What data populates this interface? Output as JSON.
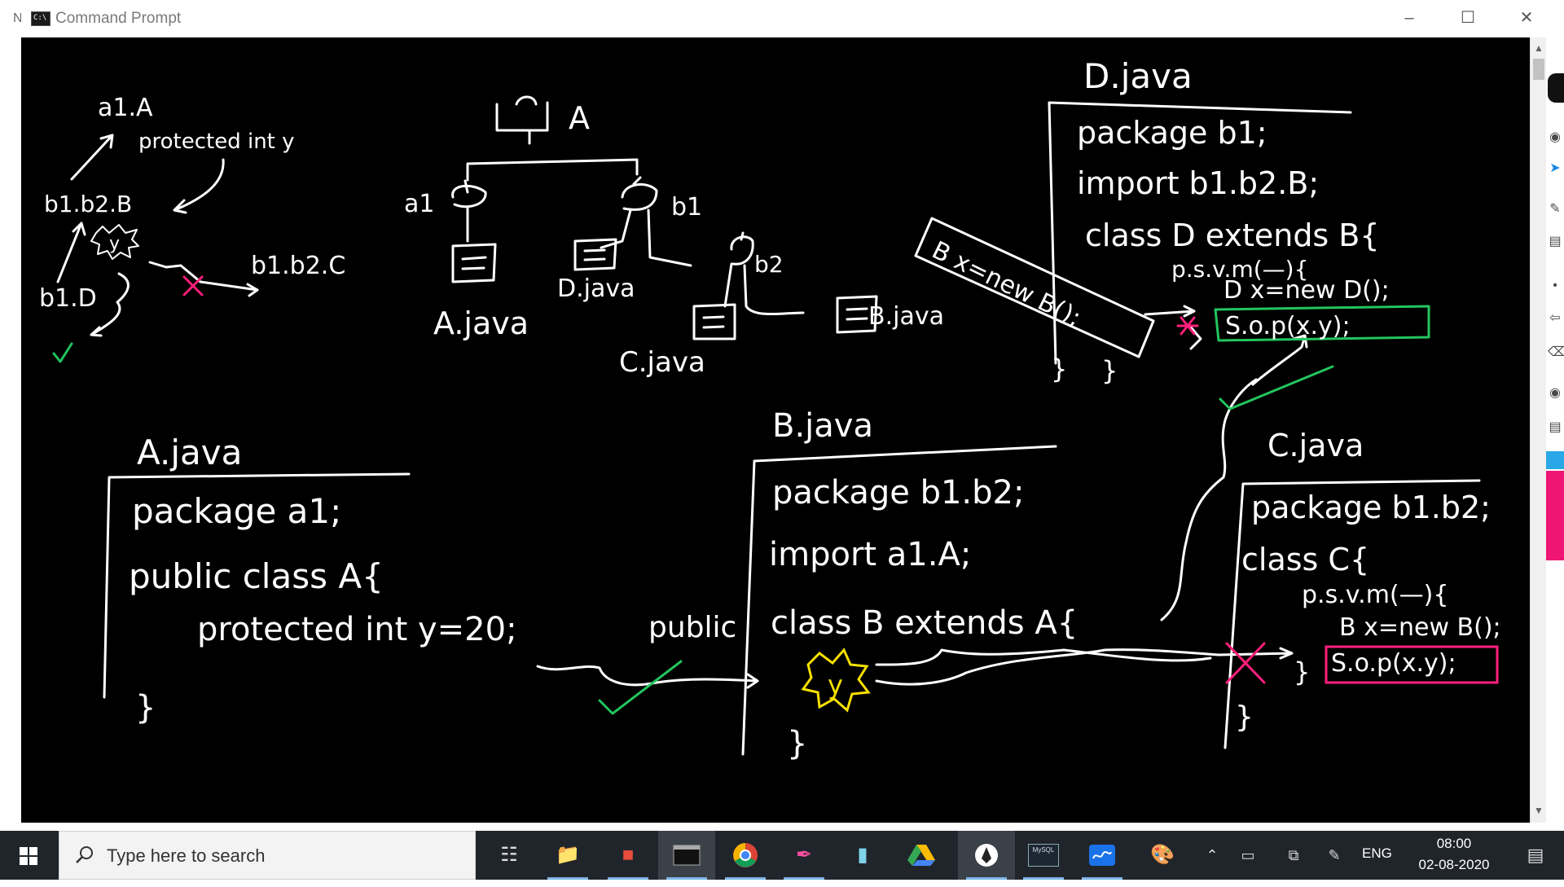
{
  "window": {
    "title": "Command Prompt",
    "icon": "cmd-icon",
    "icon_text": "C:\\",
    "left_edge_text": "N"
  },
  "notes": {
    "ink_color": "#ffffff",
    "accent_pink": "#ff1f7a",
    "accent_green": "#22c55e",
    "accent_yellow": "#f5e000",
    "top_left": {
      "a1_A": "a1.A",
      "protected_int_y": "protected int y",
      "b1_b2_B": "b1.b2.B",
      "y_burst": "y",
      "b1_D": "b1.D",
      "b1_b2_C": "b1.b2.C"
    },
    "tree": {
      "root": "A",
      "a1": "a1",
      "b1": "b1",
      "b2": "b2",
      "A_java": "A.java",
      "D_java": "D.java",
      "C_java": "C.java",
      "B_java": "B.java"
    },
    "d_java": {
      "title": "D.java",
      "lines": [
        "package b1;",
        "import b1.b2.B;",
        "class D extends B{",
        "p.s.v.m(—){",
        "D x=new D();",
        "S.o.p(x.y);",
        "}",
        "}"
      ],
      "crossed": "B x=new B();"
    },
    "a_java": {
      "title": "A.java",
      "lines": [
        "package a1;",
        "public class A{",
        "protected int y=20;",
        "}"
      ]
    },
    "b_java": {
      "title": "B.java",
      "public_word": "public",
      "lines": [
        "package b1.b2;",
        "import a1.A;",
        "class B extends A{",
        "}"
      ],
      "burst": "y"
    },
    "c_java": {
      "title": "C.java",
      "lines": [
        "package b1.b2;",
        "class C{",
        "p.s.v.m(—){",
        "B x=new B();",
        "S.o.p(x.y);",
        "}",
        "}"
      ]
    }
  },
  "taskbar": {
    "search_placeholder": "Type here to search",
    "icons": [
      "task-view-icon",
      "file-explorer-icon",
      "paint-icon",
      "terminal-icon",
      "chrome-icon",
      "pen-tool-icon",
      "notes-icon",
      "google-drive-icon",
      "epic-pen-icon",
      "mysql-icon",
      "whiteboard-icon",
      "paint-palette-icon"
    ],
    "mysql_label": "MySQL",
    "tray": {
      "language": "ENG",
      "time": "08:00",
      "date": "02-08-2020"
    }
  }
}
